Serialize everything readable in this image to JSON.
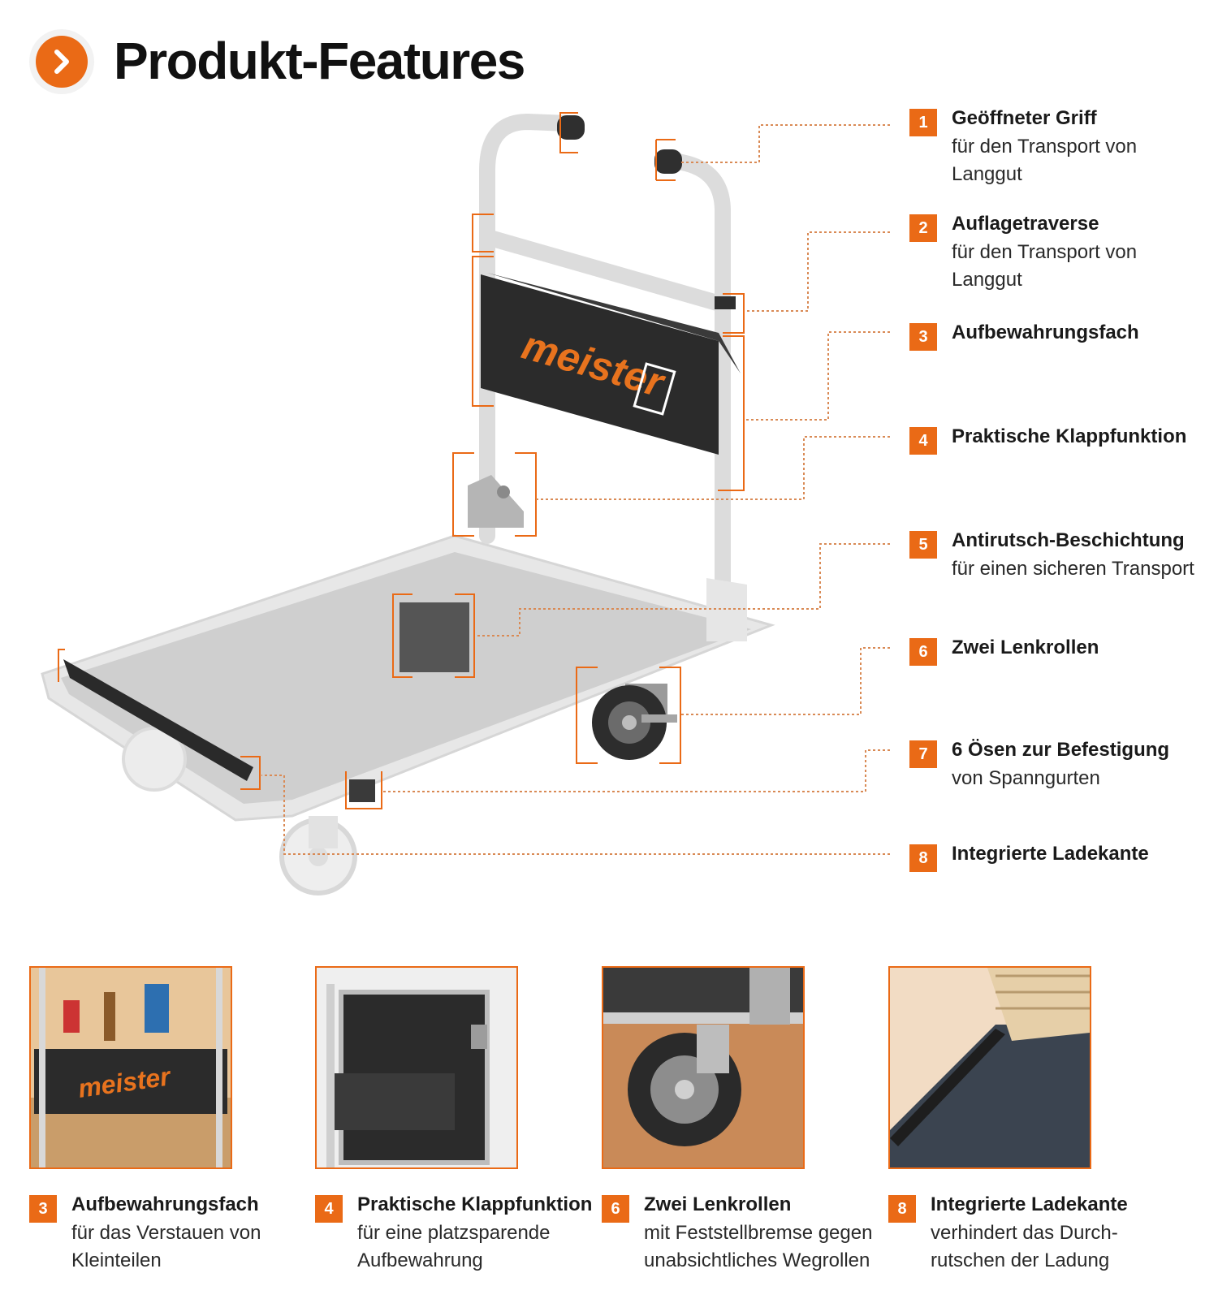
{
  "header": {
    "title": "Produkt-Features",
    "icon": "chevron-right-icon"
  },
  "brand": {
    "name": "meister"
  },
  "colors": {
    "accent": "#ea6a16",
    "frame": "#dedede",
    "dark": "#2b2b2b"
  },
  "features": [
    {
      "num": "1",
      "title": "Geöffneter Griff",
      "desc": "für den Transport von Langgut"
    },
    {
      "num": "2",
      "title": "Auflagetraverse",
      "desc": "für den Transport von Langgut"
    },
    {
      "num": "3",
      "title": "Aufbewahrungsfach",
      "desc": ""
    },
    {
      "num": "4",
      "title": "Praktische Klappfunktion",
      "desc": ""
    },
    {
      "num": "5",
      "title": "Antirutsch-Beschichtung",
      "desc": "für einen sicheren Transport"
    },
    {
      "num": "6",
      "title": "Zwei Lenkrollen",
      "desc": ""
    },
    {
      "num": "7",
      "title": "6 Ösen zur Befestigung",
      "desc": "von Spanngurten"
    },
    {
      "num": "8",
      "title": "Integrierte Ladekante",
      "desc": ""
    }
  ],
  "details": [
    {
      "num": "3",
      "title": "Aufbewahrungsfach",
      "desc": "für das Verstauen von Kleinteilen"
    },
    {
      "num": "4",
      "title": "Praktische Klappfunktion",
      "desc": "für eine platzsparende Aufbewahrung"
    },
    {
      "num": "6",
      "title": "Zwei Lenkrollen",
      "desc": "mit Feststellbremse gegen unabsichtliches Wegrollen"
    },
    {
      "num": "8",
      "title": "Integrierte Ladekante",
      "desc": "verhindert das Durch-rutschen der Ladung"
    }
  ]
}
